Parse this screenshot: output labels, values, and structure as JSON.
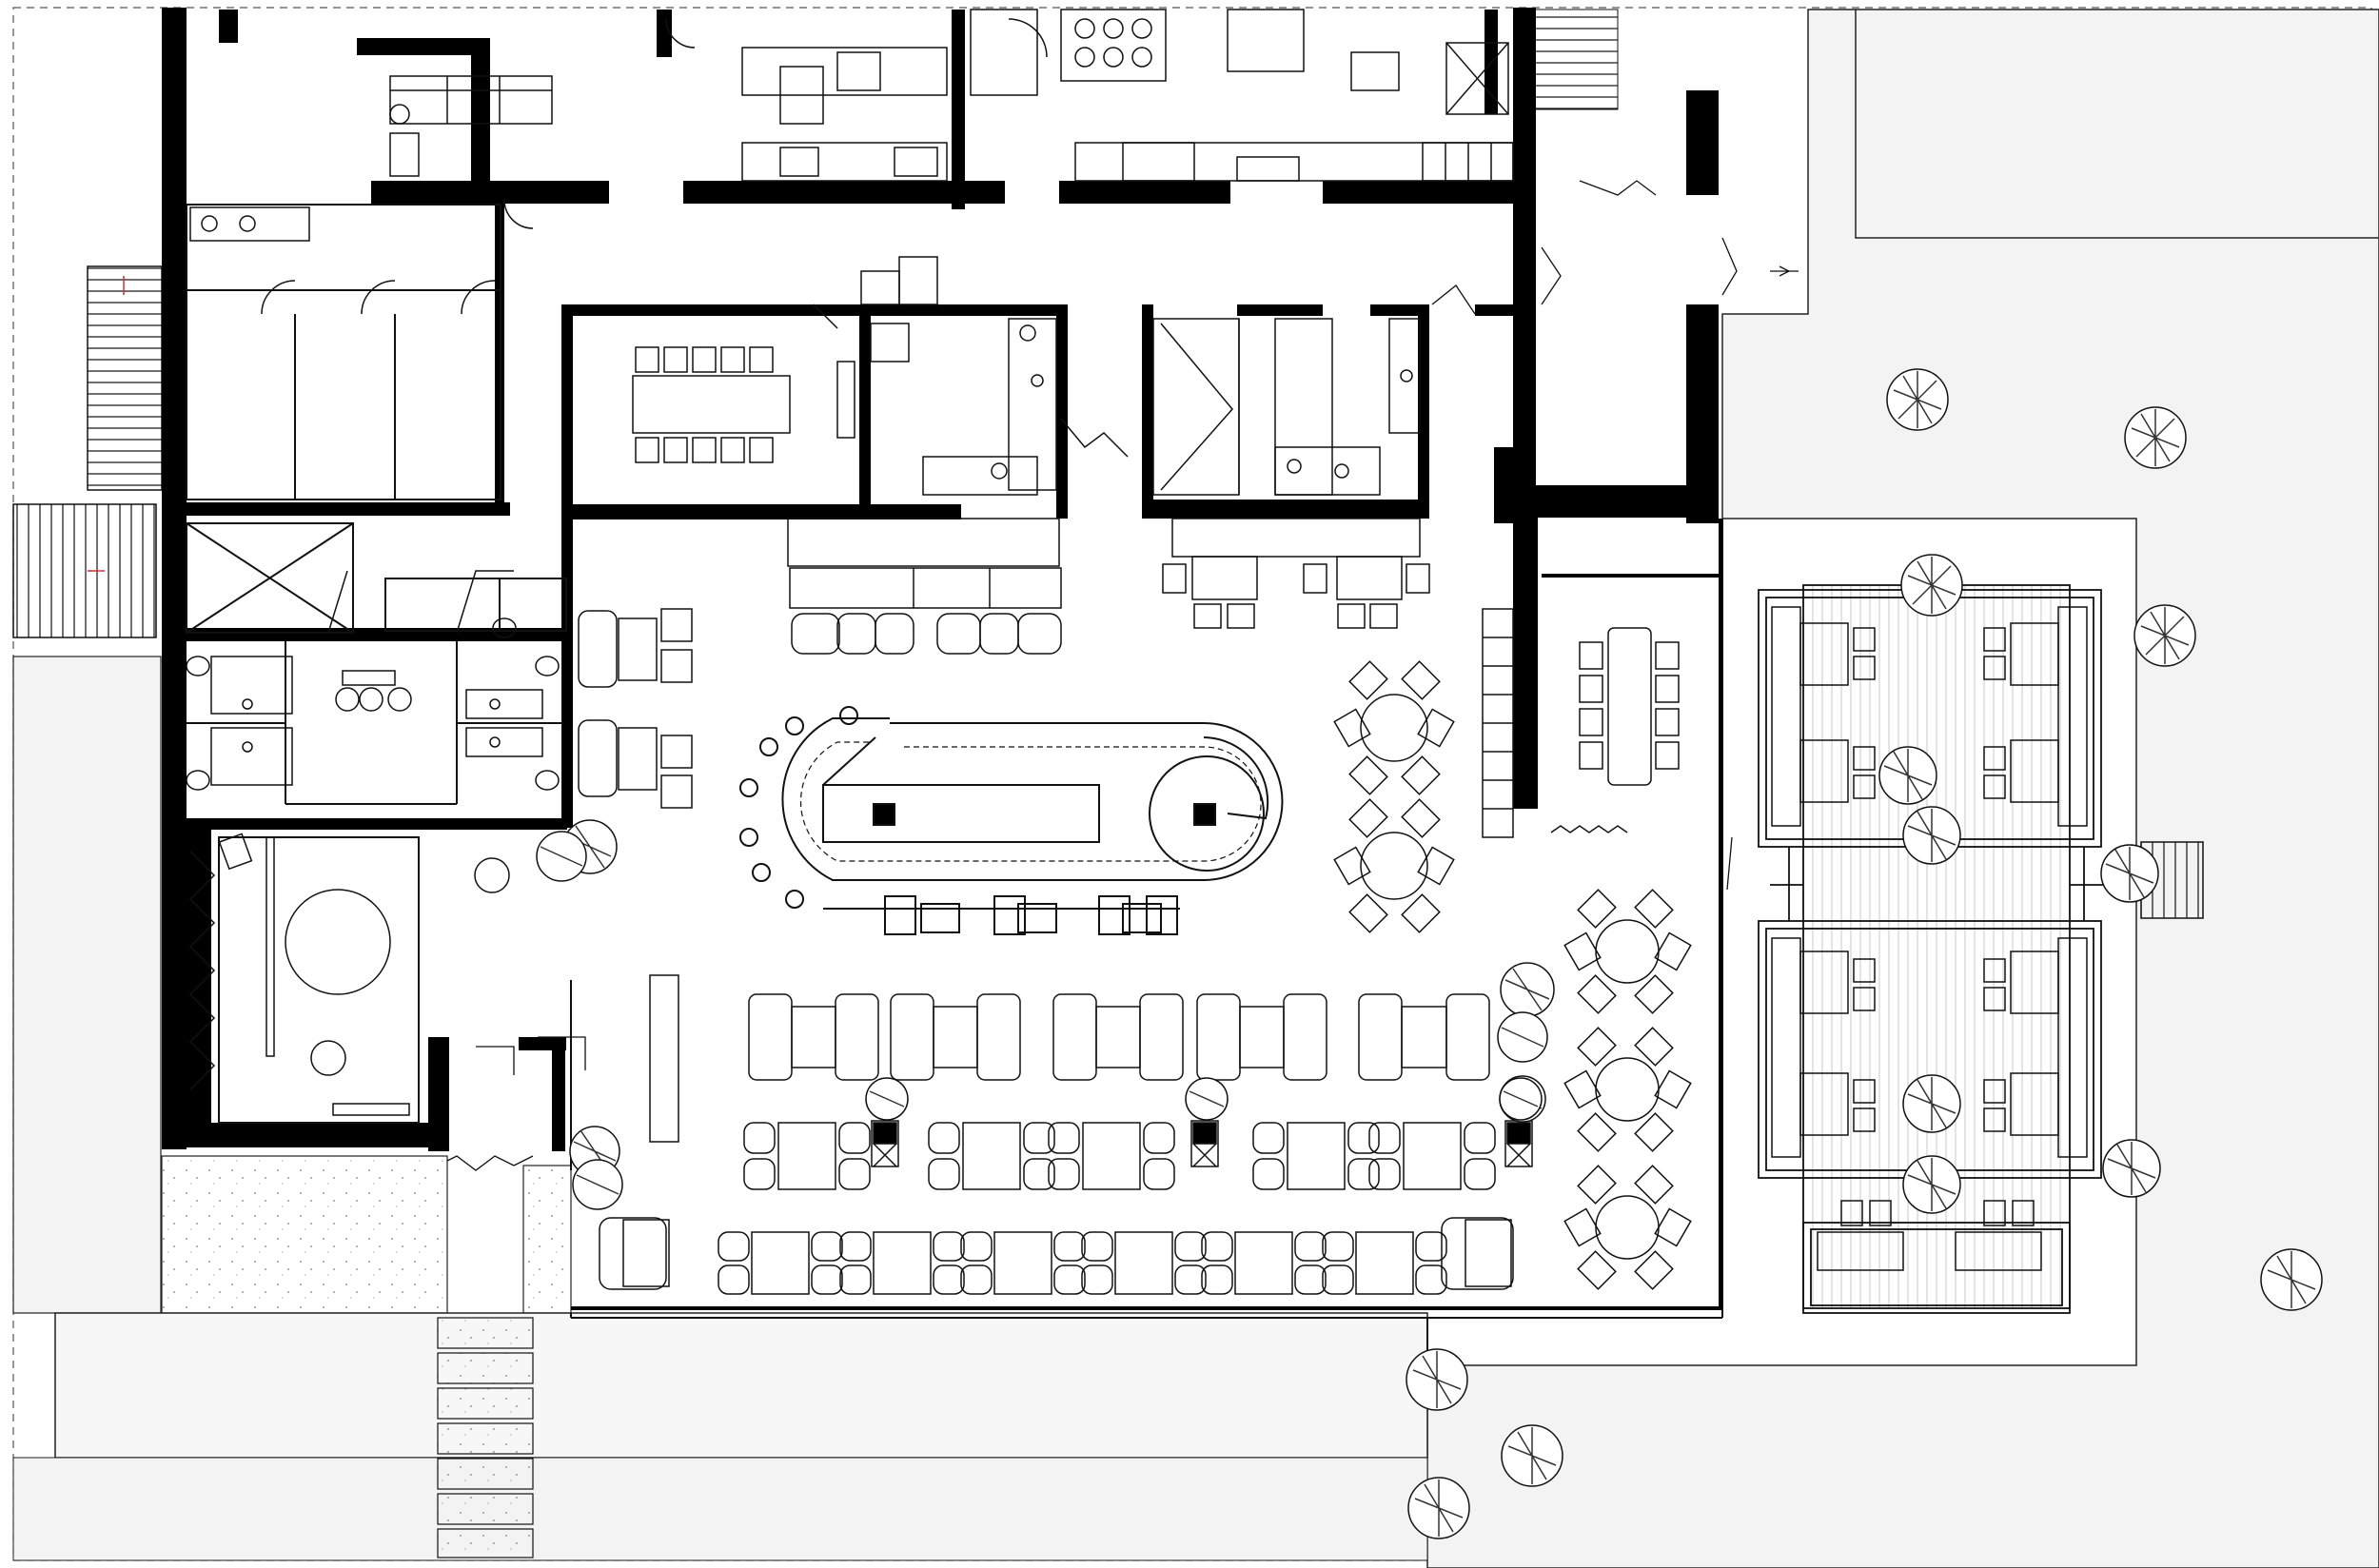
{
  "colors": {
    "background": "#ffffff",
    "wall": "#000000",
    "line": "#111111",
    "paving": "#f2f2f2",
    "terrace_floor": "#e8e8e8",
    "site_boundary": "#555555"
  },
  "restaurant": {
    "dining_rows": 4,
    "round_tables_east": 5,
    "outdoor_booths": 8,
    "trees": 20
  }
}
